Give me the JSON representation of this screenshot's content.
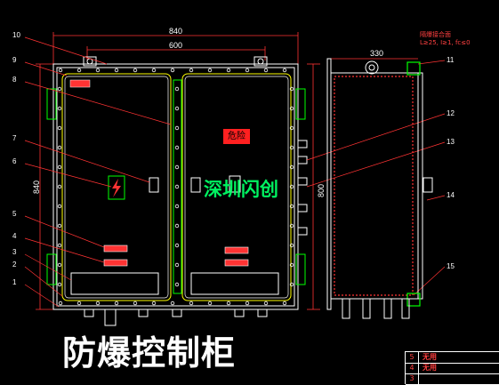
{
  "drawing": {
    "title": "防爆控制柜",
    "watermark": "深圳闪创",
    "warning_label": "危险",
    "dimensions": {
      "overall_width": "840",
      "inner_width": "600",
      "overall_height": "840",
      "inner_height": "800",
      "side_depth": "330"
    },
    "callouts": [
      "1",
      "2",
      "3",
      "4",
      "5",
      "6",
      "7",
      "8",
      "9",
      "10",
      "11",
      "12",
      "13",
      "14",
      "15"
    ],
    "side_note": "隔爆接合面\nL≥25, I≥1, fc≤0",
    "title_block": [
      {
        "no": "5",
        "text": "无用"
      },
      {
        "no": "4",
        "text": "无用"
      },
      {
        "no": "3",
        "text": ""
      }
    ]
  },
  "colors": {
    "background": "#000000",
    "outline": "#ffffff",
    "door_lines": "#ffff00",
    "green_parts": "#00ff00",
    "red_parts": "#ff3333",
    "callout_lines": "#ff3333",
    "dimension_lines": "#ff3333"
  }
}
